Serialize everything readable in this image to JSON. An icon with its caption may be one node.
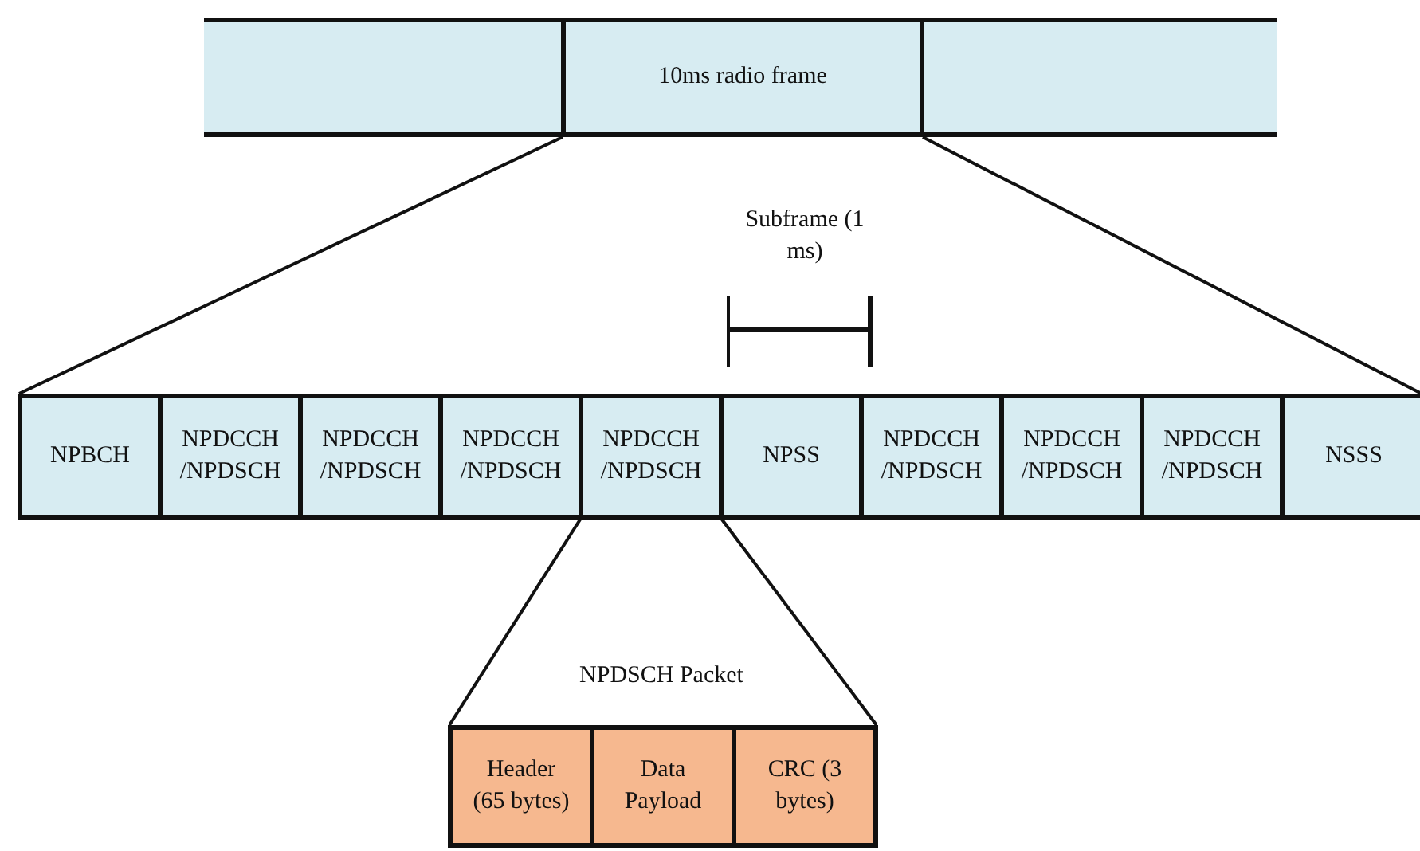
{
  "diagram": {
    "nodes": [
      {
        "text": [],
        "shape": "box"
      },
      {
        "text": [
          "10ms radio frame"
        ]
      },
      {
        "text": [],
        "shape": "box"
      },
      {
        "text": [
          "NPBCH"
        ]
      },
      {
        "text": [
          "NPDCCH /NPDSCH"
        ]
      },
      {
        "text": [
          "NPDCCH /NPDSCH"
        ]
      },
      {
        "text": [
          "NPDCCH /NPDSCH"
        ]
      },
      {
        "text": [
          "NPDCCH /NPDSCH"
        ]
      },
      {
        "text": [
          "NPSS"
        ]
      },
      {
        "text": [
          "NPDCCH /NPDSCH"
        ]
      },
      {
        "text": [
          "NPDCCH /NPDSCH"
        ]
      },
      {
        "text": [
          "NPDCCH /NPDSCH"
        ]
      },
      {
        "text": [
          "NSSS"
        ]
      },
      {
        "text": [
          "Header (65 bytes)"
        ]
      },
      {
        "text": [
          "Data Payload"
        ]
      },
      {
        "text": [
          "CRC (3 bytes)"
        ]
      }
    ],
    "edges": [
      {
        "from": 1,
        "to": 3,
        "arrow": "none"
      },
      {
        "from": 1,
        "to": 12,
        "arrow": "none"
      },
      {
        "from": 7,
        "to": 13,
        "arrow": "none"
      },
      {
        "from": 7,
        "to": 15,
        "arrow": "none"
      }
    ],
    "labels": [
      "Subframe (1 ms)",
      "NPDSCH Packet"
    ]
  }
}
